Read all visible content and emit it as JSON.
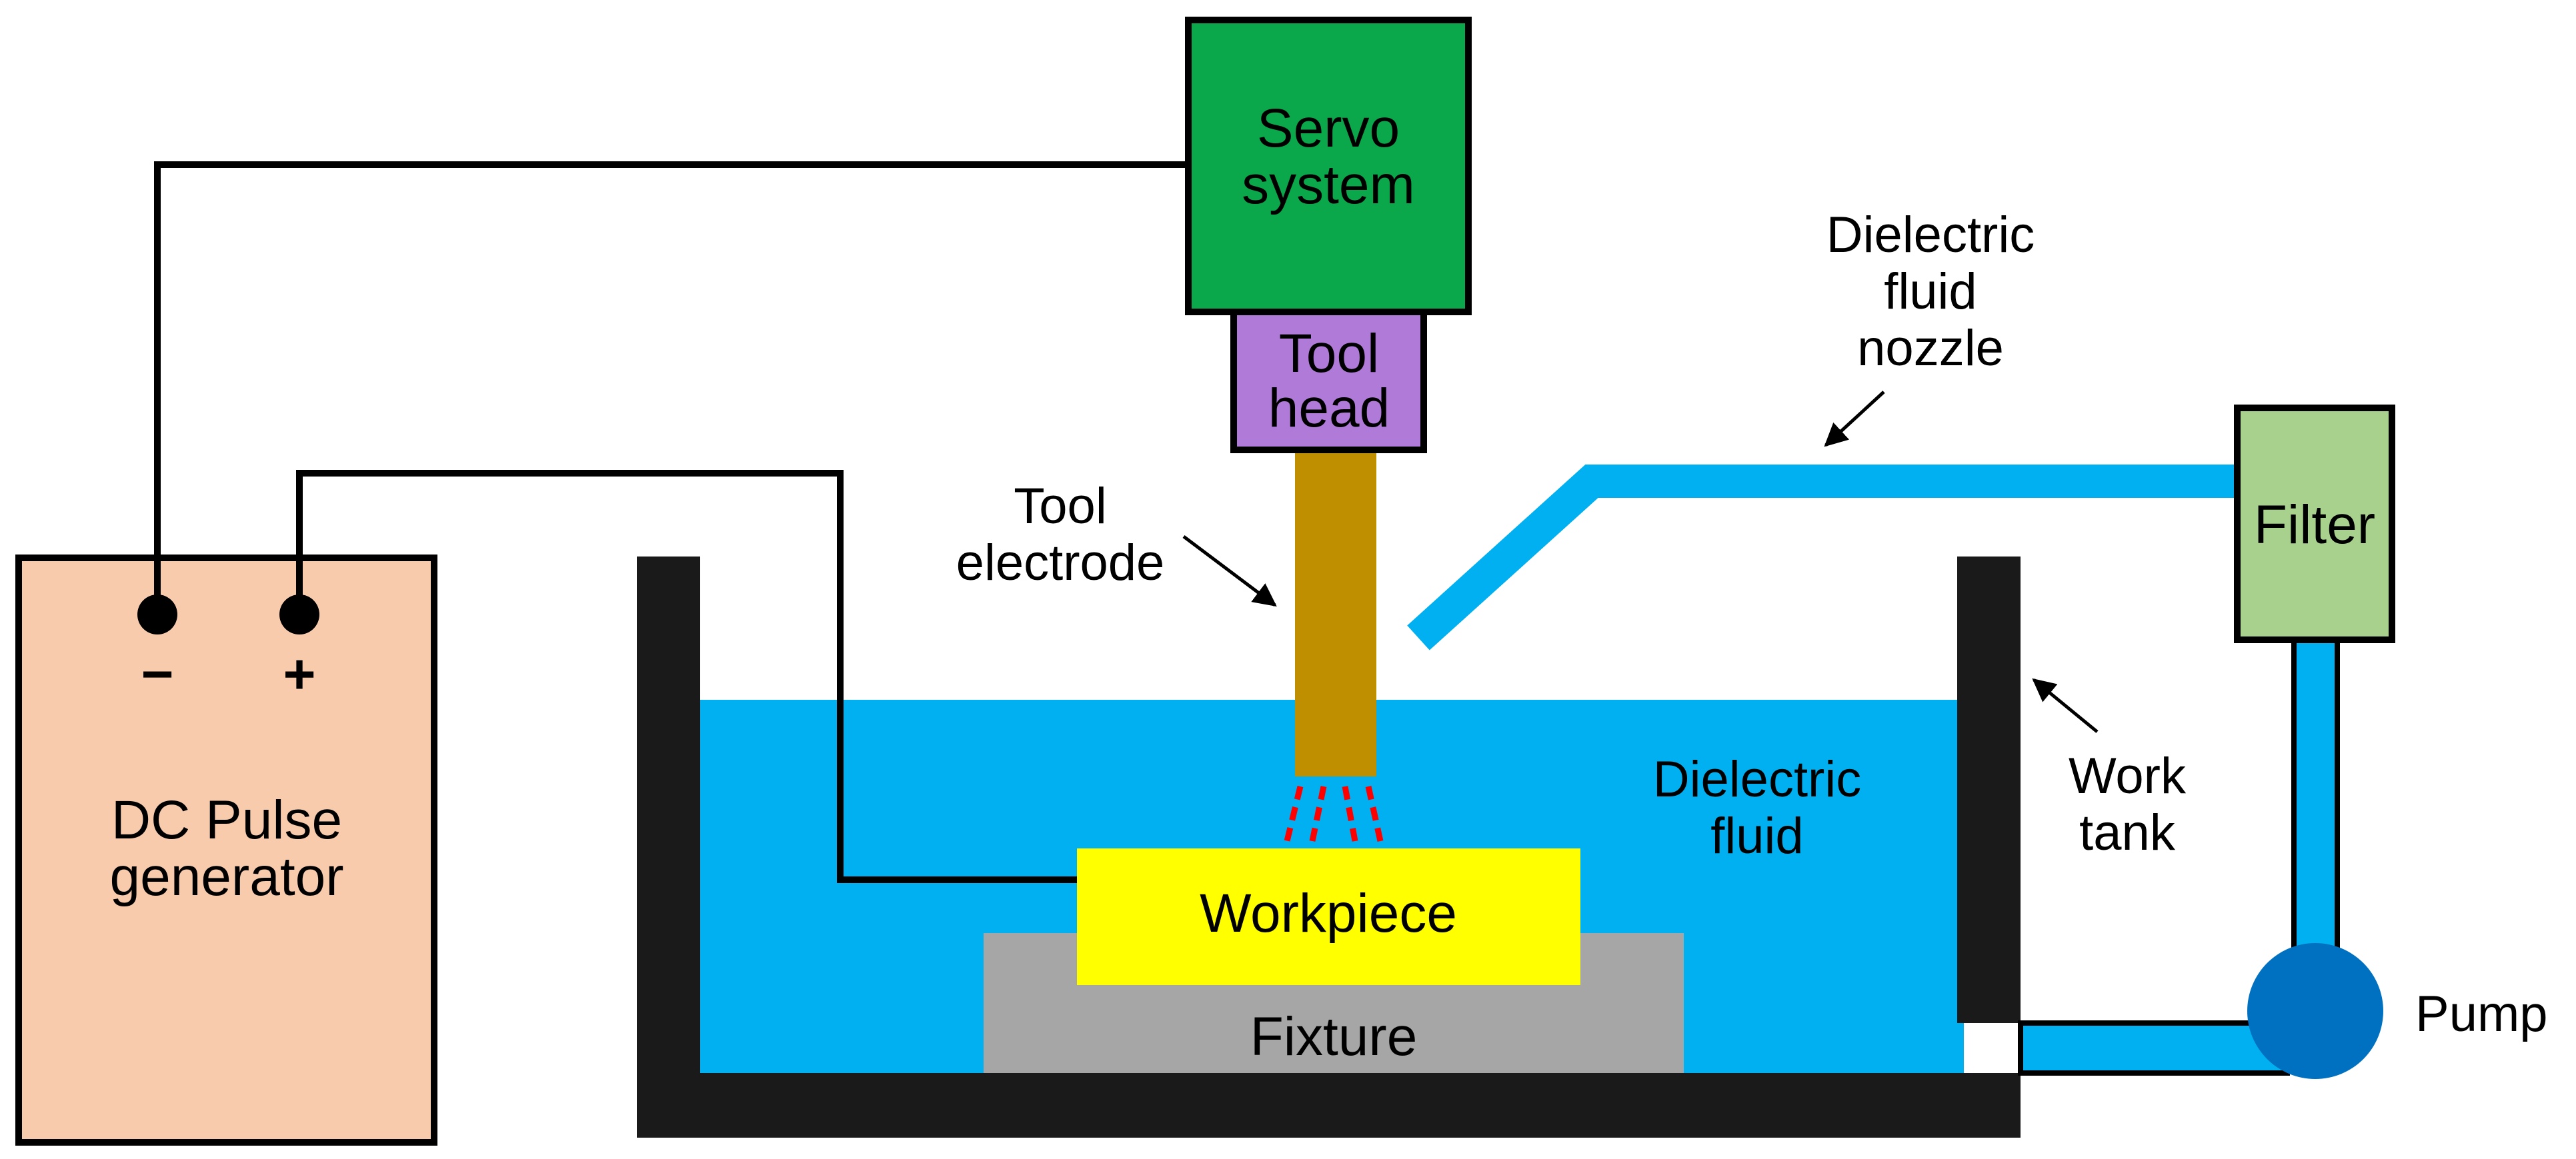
{
  "colors": {
    "servo": "#0aa84a",
    "tool_head": "#b07ad8",
    "tool_electrode": "#bf8f00",
    "dielectric": "#00b0f0",
    "workpiece": "#ffff00",
    "fixture": "#a6a6a6",
    "filter": "#a9d18e",
    "pump": "#0070c0",
    "generator": "#f8cbad",
    "tank": "#1a1a1a",
    "spark": "#ff0000",
    "wire": "#000000"
  },
  "components": {
    "servo_line1": "Servo",
    "servo_line2": "system",
    "tool_head_line1": "Tool",
    "tool_head_line2": "head",
    "generator_line1": "DC Pulse",
    "generator_line2": "generator",
    "negative_terminal": "−",
    "positive_terminal": "+",
    "workpiece": "Workpiece",
    "fixture": "Fixture",
    "filter": "Filter",
    "pump": "Pump"
  },
  "annotations": {
    "tool_electrode_line1": "Tool",
    "tool_electrode_line2": "electrode",
    "nozzle_line1": "Dielectric",
    "nozzle_line2": "fluid",
    "nozzle_line3": "nozzle",
    "fluid_line1": "Dielectric",
    "fluid_line2": "fluid",
    "tank_line1": "Work",
    "tank_line2": "tank"
  }
}
